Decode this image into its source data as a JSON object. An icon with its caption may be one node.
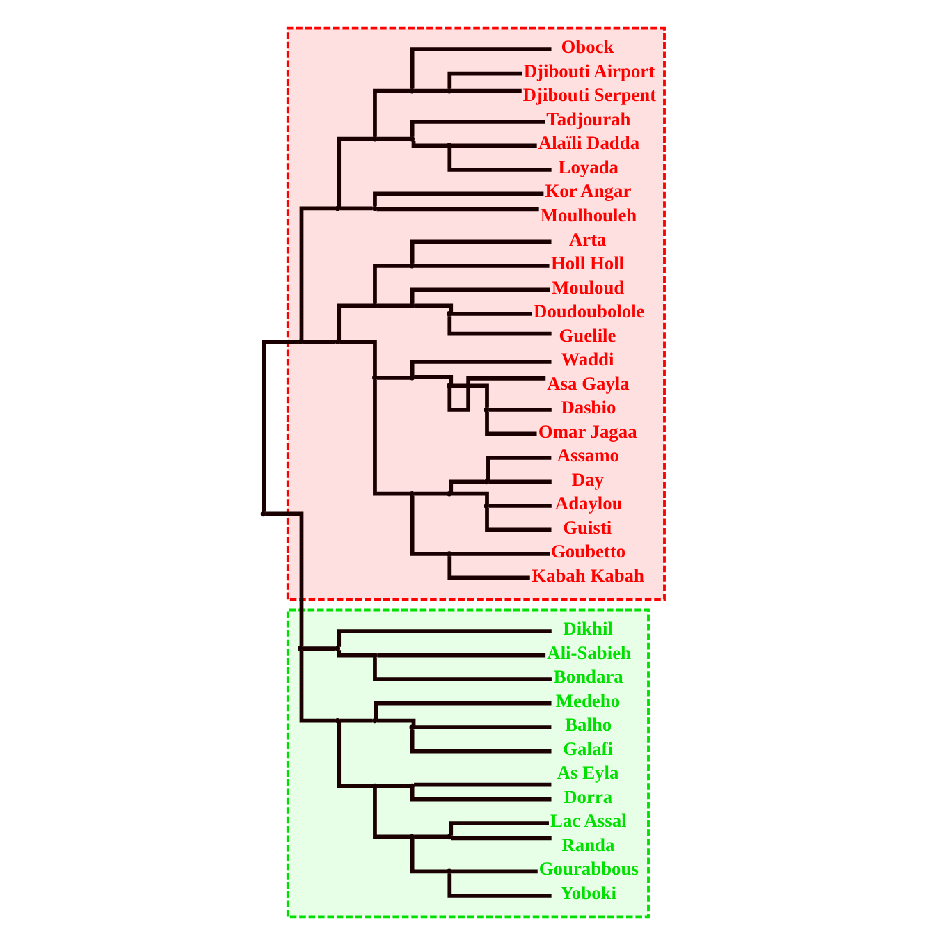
{
  "diagram": {
    "nodes": [
      {
        "text": [],
        "shape": "point"
      },
      {
        "text": [],
        "shape": "box"
      },
      {
        "text": [],
        "shape": "point",
        "in": 1
      },
      {
        "text": [],
        "shape": "point",
        "in": 1
      },
      {
        "text": [],
        "shape": "point",
        "in": 1
      },
      {
        "text": [],
        "shape": "point",
        "in": 1
      },
      {
        "text": [],
        "shape": "point",
        "in": 1
      },
      {
        "text": [
          "Kabah Kabah"
        ],
        "in": 1
      },
      {
        "text": [
          "Goubetto"
        ],
        "in": 1
      },
      {
        "text": [],
        "shape": "point",
        "in": 1
      },
      {
        "text": [],
        "shape": "point",
        "in": 1
      },
      {
        "text": [
          "Guisti"
        ],
        "in": 1
      },
      {
        "text": [
          "Adaylou"
        ],
        "in": 1
      },
      {
        "text": [],
        "shape": "point",
        "in": 1
      },
      {
        "text": [
          "Day"
        ],
        "in": 1
      },
      {
        "text": [
          "Assamo"
        ],
        "in": 1
      },
      {
        "text": [],
        "shape": "point",
        "in": 1
      },
      {
        "text": [],
        "shape": "point",
        "in": 1
      },
      {
        "text": [],
        "shape": "point",
        "in": 1
      },
      {
        "text": [
          "Omar Jagaa"
        ],
        "in": 1
      },
      {
        "text": [
          "Dasbio"
        ],
        "in": 1
      },
      {
        "text": [
          "Asa Gayla"
        ],
        "in": 1
      },
      {
        "text": [
          "Waddi"
        ],
        "in": 1
      },
      {
        "text": [],
        "shape": "point",
        "in": 1
      },
      {
        "text": [],
        "shape": "point",
        "in": 1
      },
      {
        "text": [],
        "shape": "point",
        "in": 1
      },
      {
        "text": [
          "Guelile"
        ],
        "in": 1
      },
      {
        "text": [
          "Doudoubolole"
        ],
        "in": 1
      },
      {
        "text": [
          "Mouloud"
        ],
        "in": 1
      },
      {
        "text": [],
        "shape": "point",
        "in": 1
      },
      {
        "text": [
          "Holl Holl"
        ],
        "in": 1
      },
      {
        "text": [
          "Arta"
        ],
        "in": 1
      },
      {
        "text": [],
        "shape": "point",
        "in": 1
      },
      {
        "text": [],
        "shape": "point",
        "in": 1
      },
      {
        "text": [
          "Moulhouleh"
        ],
        "in": 1
      },
      {
        "text": [
          "Kor Angar"
        ],
        "in": 1
      },
      {
        "text": [],
        "shape": "point",
        "in": 1
      },
      {
        "text": [],
        "shape": "point",
        "in": 1
      },
      {
        "text": [],
        "shape": "point",
        "in": 1
      },
      {
        "text": [
          "Loyada"
        ],
        "in": 1
      },
      {
        "text": [
          "Alaïli Dadda"
        ],
        "in": 1
      },
      {
        "text": [
          "Tadjourah"
        ],
        "in": 1
      },
      {
        "text": [],
        "shape": "point",
        "in": 1
      },
      {
        "text": [],
        "shape": "point",
        "in": 1
      },
      {
        "text": [
          "Djibouti Serpent"
        ],
        "in": 1
      },
      {
        "text": [
          "Djibouti Airport"
        ],
        "in": 1
      },
      {
        "text": [
          "Obock"
        ],
        "in": 1
      },
      {
        "text": [],
        "shape": "box"
      },
      {
        "text": [],
        "shape": "point",
        "in": 47
      },
      {
        "text": [],
        "shape": "point",
        "in": 47
      },
      {
        "text": [],
        "shape": "point",
        "in": 47
      },
      {
        "text": [],
        "shape": "point",
        "in": 47
      },
      {
        "text": [],
        "shape": "point",
        "in": 47
      },
      {
        "text": [
          "Yoboki"
        ],
        "in": 47
      },
      {
        "text": [
          "Gourabbous"
        ],
        "in": 47
      },
      {
        "text": [],
        "shape": "point",
        "in": 47
      },
      {
        "text": [
          "Randa"
        ],
        "in": 47
      },
      {
        "text": [
          "Lac Assal"
        ],
        "in": 47
      },
      {
        "text": [],
        "shape": "point",
        "in": 47
      },
      {
        "text": [
          "Dorra"
        ],
        "in": 47
      },
      {
        "text": [
          "As Eyla"
        ],
        "in": 47
      },
      {
        "text": [],
        "shape": "point",
        "in": 47
      },
      {
        "text": [],
        "shape": "point",
        "in": 47
      },
      {
        "text": [
          "Galafi"
        ],
        "in": 47
      },
      {
        "text": [
          "Balho"
        ],
        "in": 47
      },
      {
        "text": [
          "Medeho"
        ],
        "in": 47
      },
      {
        "text": [],
        "shape": "point",
        "in": 47
      },
      {
        "text": [],
        "shape": "point",
        "in": 47
      },
      {
        "text": [
          "Bondara"
        ],
        "in": 47
      },
      {
        "text": [
          "Ali-Sabieh"
        ],
        "in": 47
      },
      {
        "text": [
          "Dikhil"
        ],
        "in": 47
      }
    ],
    "edges": [
      {
        "from": 0,
        "to": 2,
        "arrow": "none"
      },
      {
        "from": 0,
        "to": 48,
        "arrow": "none"
      },
      {
        "from": 2,
        "to": 3,
        "arrow": "none"
      },
      {
        "from": 2,
        "to": 32,
        "arrow": "none"
      },
      {
        "from": 3,
        "to": 4,
        "arrow": "none"
      },
      {
        "from": 3,
        "to": 23,
        "arrow": "none"
      },
      {
        "from": 4,
        "to": 5,
        "arrow": "none"
      },
      {
        "from": 4,
        "to": 16,
        "arrow": "none"
      },
      {
        "from": 5,
        "to": 6,
        "arrow": "none"
      },
      {
        "from": 5,
        "to": 9,
        "arrow": "none"
      },
      {
        "from": 6,
        "to": 7,
        "arrow": "none"
      },
      {
        "from": 6,
        "to": 8,
        "arrow": "none"
      },
      {
        "from": 9,
        "to": 10,
        "arrow": "none"
      },
      {
        "from": 9,
        "to": 13,
        "arrow": "none"
      },
      {
        "from": 10,
        "to": 11,
        "arrow": "none"
      },
      {
        "from": 10,
        "to": 12,
        "arrow": "none"
      },
      {
        "from": 13,
        "to": 14,
        "arrow": "none"
      },
      {
        "from": 13,
        "to": 15,
        "arrow": "none"
      },
      {
        "from": 16,
        "to": 17,
        "arrow": "none"
      },
      {
        "from": 16,
        "to": 22,
        "arrow": "none"
      },
      {
        "from": 17,
        "to": 18,
        "arrow": "none"
      },
      {
        "from": 17,
        "to": 21,
        "arrow": "none"
      },
      {
        "from": 18,
        "to": 19,
        "arrow": "none"
      },
      {
        "from": 18,
        "to": 20,
        "arrow": "none"
      },
      {
        "from": 23,
        "to": 24,
        "arrow": "none"
      },
      {
        "from": 23,
        "to": 29,
        "arrow": "none"
      },
      {
        "from": 24,
        "to": 25,
        "arrow": "none"
      },
      {
        "from": 24,
        "to": 28,
        "arrow": "none"
      },
      {
        "from": 25,
        "to": 26,
        "arrow": "none"
      },
      {
        "from": 25,
        "to": 27,
        "arrow": "none"
      },
      {
        "from": 29,
        "to": 30,
        "arrow": "none"
      },
      {
        "from": 29,
        "to": 31,
        "arrow": "none"
      },
      {
        "from": 32,
        "to": 33,
        "arrow": "none"
      },
      {
        "from": 32,
        "to": 36,
        "arrow": "none"
      },
      {
        "from": 33,
        "to": 34,
        "arrow": "none"
      },
      {
        "from": 33,
        "to": 35,
        "arrow": "none"
      },
      {
        "from": 36,
        "to": 37,
        "arrow": "none"
      },
      {
        "from": 36,
        "to": 42,
        "arrow": "none"
      },
      {
        "from": 37,
        "to": 38,
        "arrow": "none"
      },
      {
        "from": 37,
        "to": 41,
        "arrow": "none"
      },
      {
        "from": 38,
        "to": 39,
        "arrow": "none"
      },
      {
        "from": 38,
        "to": 40,
        "arrow": "none"
      },
      {
        "from": 42,
        "to": 43,
        "arrow": "none"
      },
      {
        "from": 42,
        "to": 46,
        "arrow": "none"
      },
      {
        "from": 43,
        "to": 44,
        "arrow": "none"
      },
      {
        "from": 43,
        "to": 45,
        "arrow": "none"
      },
      {
        "from": 48,
        "to": 49,
        "arrow": "none"
      },
      {
        "from": 48,
        "to": 66,
        "arrow": "none"
      },
      {
        "from": 49,
        "to": 50,
        "arrow": "none"
      },
      {
        "from": 49,
        "to": 61,
        "arrow": "none"
      },
      {
        "from": 50,
        "to": 51,
        "arrow": "none"
      },
      {
        "from": 50,
        "to": 58,
        "arrow": "none"
      },
      {
        "from": 51,
        "to": 52,
        "arrow": "none"
      },
      {
        "from": 51,
        "to": 55,
        "arrow": "none"
      },
      {
        "from": 52,
        "to": 53,
        "arrow": "none"
      },
      {
        "from": 52,
        "to": 54,
        "arrow": "none"
      },
      {
        "from": 55,
        "to": 56,
        "arrow": "none"
      },
      {
        "from": 55,
        "to": 57,
        "arrow": "none"
      },
      {
        "from": 58,
        "to": 59,
        "arrow": "none"
      },
      {
        "from": 58,
        "to": 60,
        "arrow": "none"
      },
      {
        "from": 61,
        "to": 62,
        "arrow": "none"
      },
      {
        "from": 61,
        "to": 65,
        "arrow": "none"
      },
      {
        "from": 62,
        "to": 63,
        "arrow": "none"
      },
      {
        "from": 62,
        "to": 64,
        "arrow": "none"
      },
      {
        "from": 66,
        "to": 67,
        "arrow": "none"
      },
      {
        "from": 66,
        "to": 70,
        "arrow": "none"
      },
      {
        "from": 67,
        "to": 68,
        "arrow": "none"
      },
      {
        "from": 67,
        "to": 69,
        "arrow": "none"
      }
    ]
  }
}
